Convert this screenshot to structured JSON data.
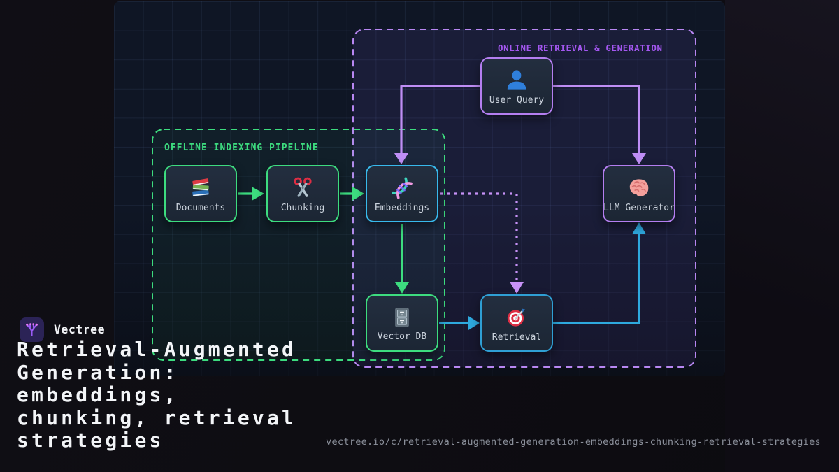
{
  "brand": {
    "name": "Vectree"
  },
  "title": "Retrieval-Augmented\nGeneration:\nembeddings,\nchunking, retrieval\nstrategies",
  "footer_url": "vectree.io/c/retrieval-augmented-generation-embeddings-chunking-retrieval-strategies",
  "colors": {
    "background": "#0e0d12",
    "grid_panel": "#0f1625",
    "node_fill": "#202b3a",
    "green_accent": "#3ddc7f",
    "purple_border": "#b47ef0",
    "purple_arrow": "#bf8ef5",
    "online_label_purple": "#a457f0",
    "cyan_border": "#38b9ec",
    "blue_arrow": "#2ea9de"
  },
  "diagram": {
    "sections": {
      "offline": {
        "label": "OFFLINE INDEXING PIPELINE",
        "color": "#3ddc7f"
      },
      "online": {
        "label": "ONLINE RETRIEVAL & GENERATION",
        "color": "#a457f0"
      }
    },
    "nodes": {
      "documents": {
        "label": "Documents",
        "icon": "books-icon",
        "section": "offline"
      },
      "chunking": {
        "label": "Chunking",
        "icon": "scissors-icon",
        "section": "offline"
      },
      "embeddings": {
        "label": "Embeddings",
        "icon": "dna-icon",
        "section": "offline+online"
      },
      "user_query": {
        "label": "User Query",
        "icon": "user-icon",
        "section": "online"
      },
      "llm_generator": {
        "label": "LLM Generator",
        "icon": "brain-icon",
        "section": "online"
      },
      "vector_db": {
        "label": "Vector DB",
        "icon": "file-cabinet-icon",
        "section": "offline"
      },
      "retrieval": {
        "label": "Retrieval",
        "icon": "target-icon",
        "section": "online"
      }
    },
    "edges": [
      {
        "from": "documents",
        "to": "chunking",
        "style": "solid",
        "color": "green"
      },
      {
        "from": "chunking",
        "to": "embeddings",
        "style": "solid",
        "color": "green"
      },
      {
        "from": "embeddings",
        "to": "vector_db",
        "style": "solid",
        "color": "green"
      },
      {
        "from": "user_query",
        "to": "embeddings",
        "style": "solid",
        "color": "purple"
      },
      {
        "from": "user_query",
        "to": "llm_generator",
        "style": "solid",
        "color": "purple"
      },
      {
        "from": "embeddings",
        "to": "retrieval",
        "style": "dotted",
        "color": "purple"
      },
      {
        "from": "vector_db",
        "to": "retrieval",
        "style": "solid",
        "color": "blue"
      },
      {
        "from": "retrieval",
        "to": "llm_generator",
        "style": "solid",
        "color": "blue"
      }
    ]
  }
}
